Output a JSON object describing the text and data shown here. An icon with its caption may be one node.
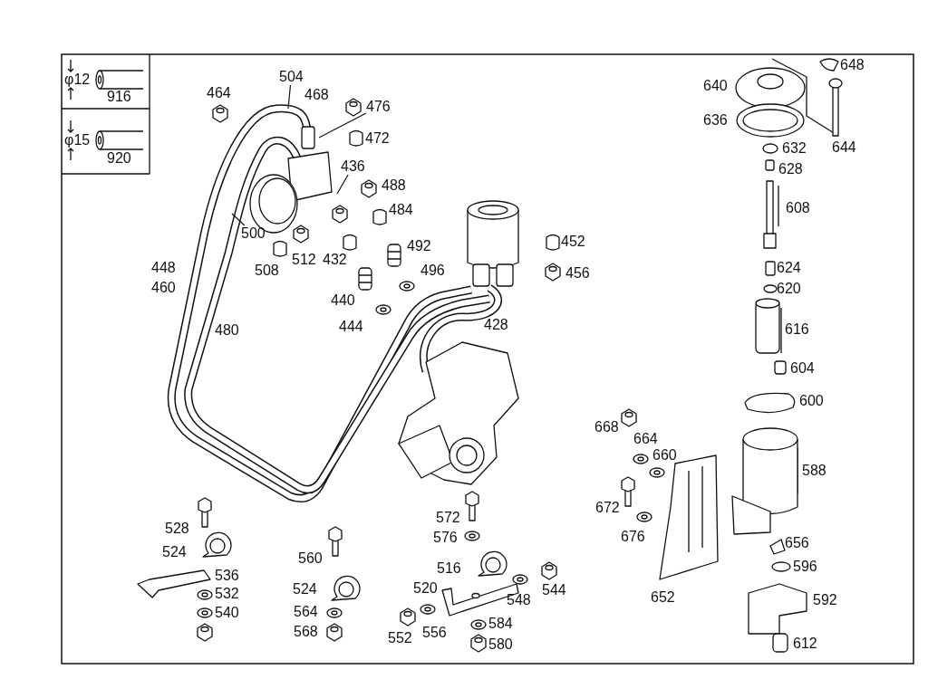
{
  "diagram": {
    "nodes": [
      {
        "text": [
          "504"
        ]
      },
      {
        "text": [
          "476"
        ]
      },
      {
        "text": [
          "436"
        ]
      },
      {
        "text": [
          "500"
        ]
      }
    ],
    "edges": [
      {
        "from": 0,
        "to": null,
        "arrow": "none"
      },
      {
        "from": 1,
        "to": null,
        "arrow": "none"
      },
      {
        "from": 2,
        "to": null,
        "arrow": "none"
      },
      {
        "from": 3,
        "to": null,
        "arrow": "none"
      }
    ],
    "labels": [
      "φ12",
      "916",
      "φ15",
      "920",
      "648",
      "640",
      "464",
      "468",
      "472",
      "636",
      "644",
      "632",
      "628",
      "488",
      "608",
      "484",
      "452",
      "492",
      "448",
      "512",
      "432",
      "508",
      "496",
      "456",
      "624",
      "460",
      "620",
      "440",
      "428",
      "444",
      "480",
      "616",
      "604",
      "600",
      "668",
      "664",
      "660",
      "588",
      "672",
      "572",
      "528",
      "676",
      "576",
      "656",
      "524",
      "560",
      "596",
      "524",
      "516",
      "536",
      "520",
      "544",
      "548",
      "652",
      "592",
      "532",
      "564",
      "584",
      "540",
      "568",
      "552",
      "556",
      "580",
      "612"
    ]
  }
}
